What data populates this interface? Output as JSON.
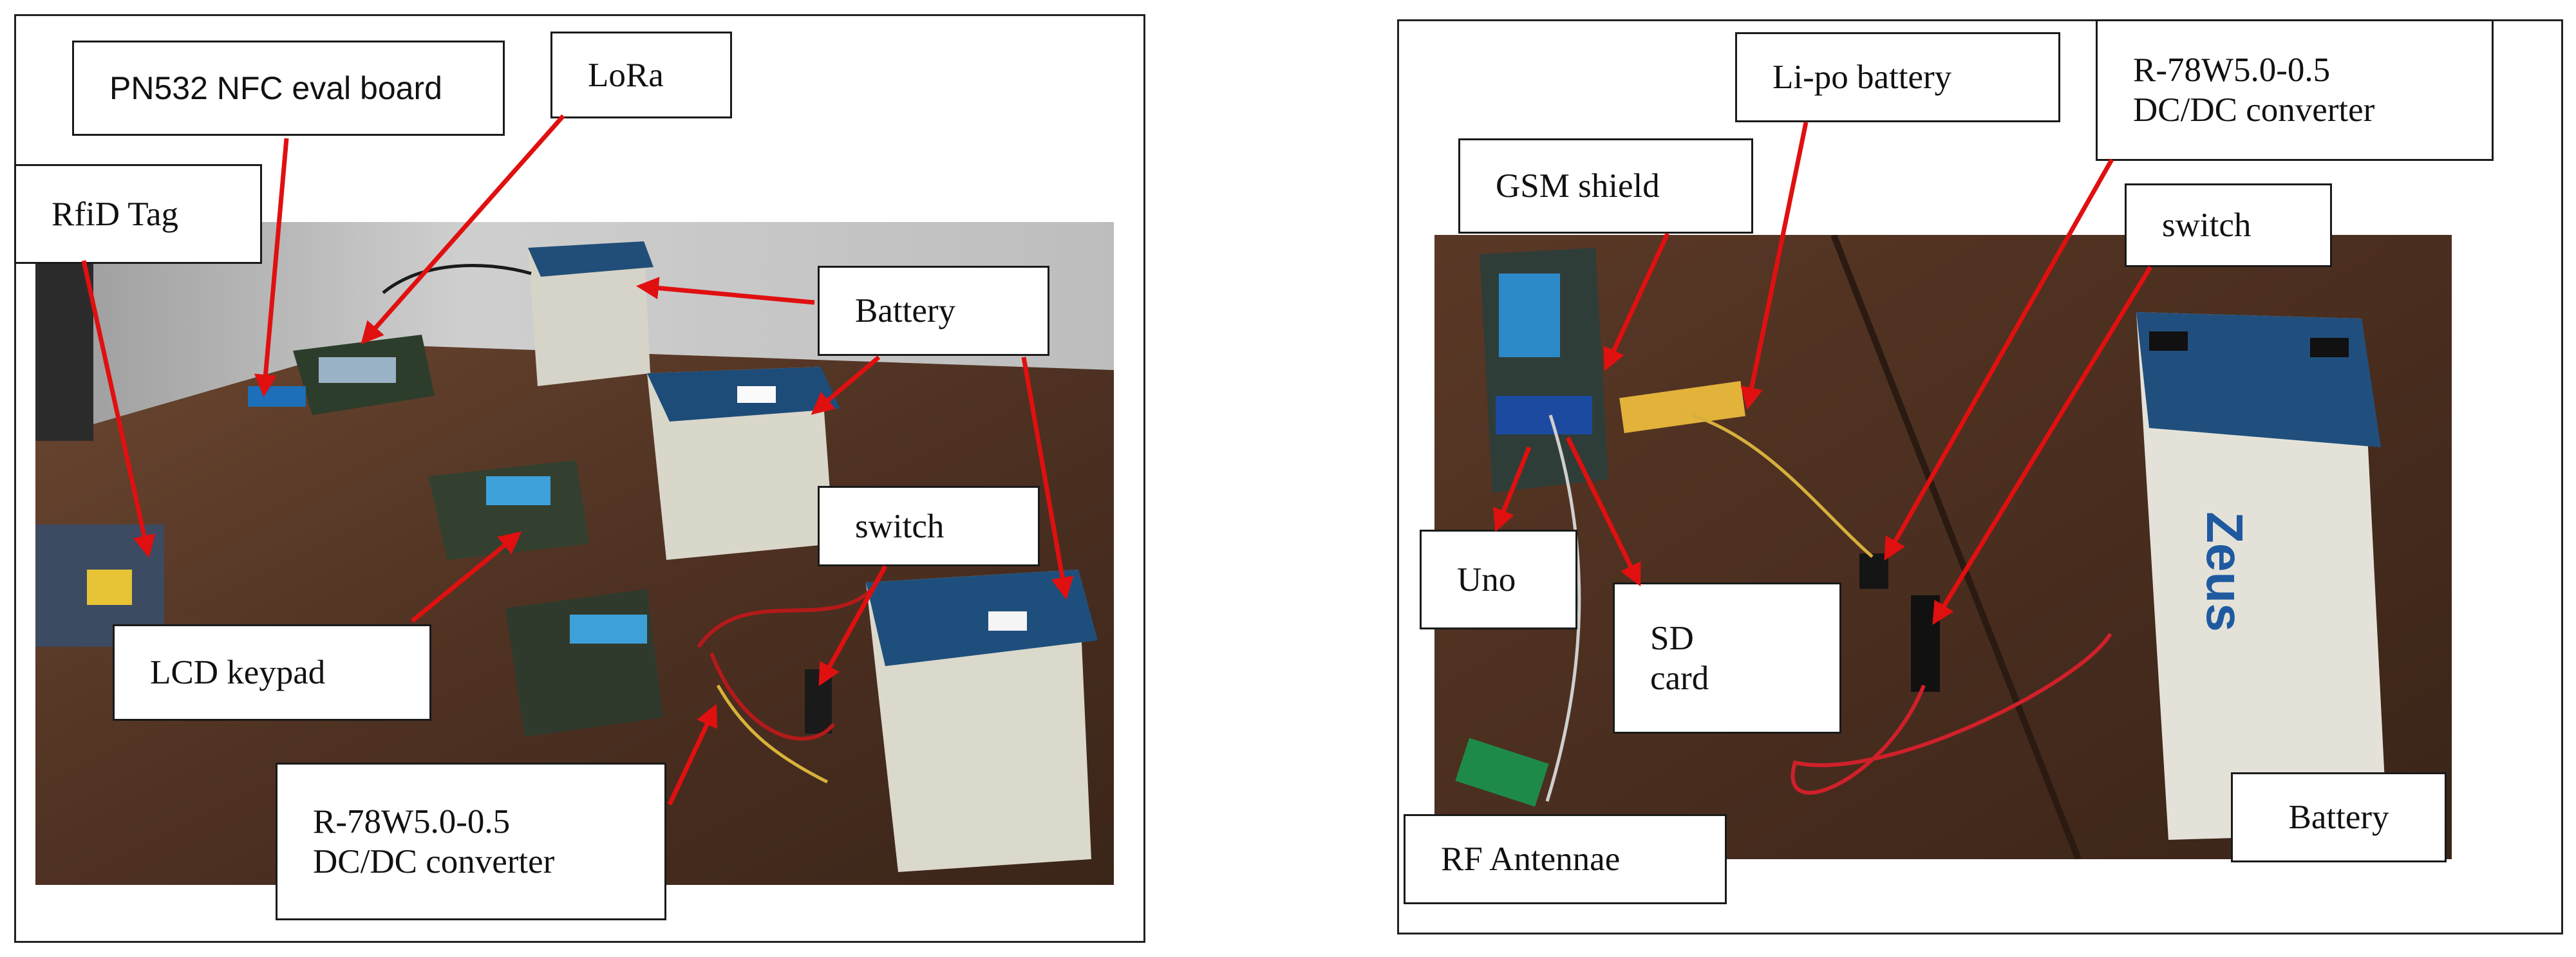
{
  "left_figure": {
    "labels": {
      "nfc_board": "PN532 NFC eval board",
      "lora": "LoRa",
      "rfid_tag": "RfiD Tag",
      "battery": "Battery",
      "switch": "switch",
      "lcd_keypad": "LCD keypad",
      "converter_line1": "R-78W5.0-0.5",
      "converter_line2": "DC/DC converter"
    }
  },
  "right_figure": {
    "labels": {
      "lipo_battery": "Li-po battery",
      "converter_line1": "R-78W5.0-0.5",
      "converter_line2": "DC/DC converter",
      "gsm_shield": "GSM shield",
      "switch": "switch",
      "uno": "Uno",
      "sd_line1": "SD",
      "sd_line2": "card",
      "rf_antennae": "RF Antennae",
      "battery": "Battery"
    },
    "battery_brand": "Zeus"
  },
  "colors": {
    "arrow": "#e01010",
    "frame": "#222222",
    "table_wood": "#5a3a28",
    "wall": "#b8b8b8",
    "battery_top": "#1f4f7a",
    "battery_body": "#d8d6cc"
  }
}
